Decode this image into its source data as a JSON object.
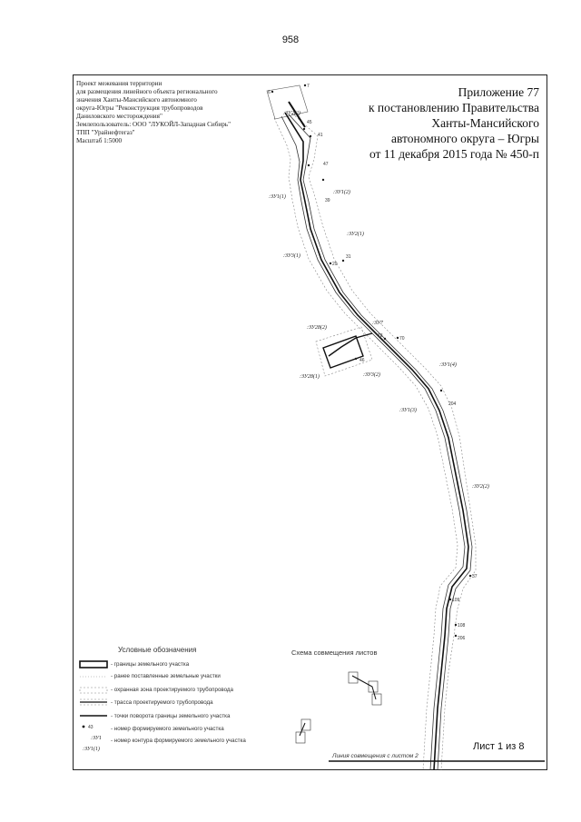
{
  "page_number": "958",
  "project_info": [
    "Проект межевания территории",
    "для размещения линейного объекта регионального",
    "значения Ханты-Мансийского автономного",
    "округа-Югры \"Реконструкция трубопроводов",
    "Даниловского месторождения\"",
    "Землепользователь: ООО \"ЛУКОЙЛ-Западная Сибирь\"",
    "ТПП \"Урайнефтегаз\"",
    "Масштаб 1:5000"
  ],
  "appendix": [
    "Приложение 77",
    "к постановлению Правительства",
    "Ханты-Мансийского",
    "автономного округа – Югры",
    "от 11 декабря 2015 года № 450-п"
  ],
  "plot_labels": [
    ":ЗУ1(1)",
    ":ЗУ1(2)",
    ":ЗУ2(1)",
    ":ЗУ3(1)",
    ":ЗУ2(2)",
    ":ЗУ28(1)",
    ":ЗУ28(2)",
    ":ЗУ3(2)",
    ":ЗУ1(4)",
    ":ЗУ1(3)",
    ":ЗУ2(2)",
    ":ЗУ7"
  ],
  "point_labels": [
    "7",
    "6",
    "41",
    "45",
    "47",
    "39",
    "29",
    "31",
    "70",
    "18",
    "204",
    "46",
    "37",
    "109",
    "108",
    "206"
  ],
  "legend": {
    "title": "Условные обозначения",
    "items": [
      "- границы земельного участка",
      "- ранее поставленные земельные участки",
      "- охранная зона проектируемого трубопровода",
      "- трасса проектируемого трубопровода",
      "- точки поворота границы земельного участка",
      "- номер формируемого земельного участка",
      "- номер контура формируемого земельного участка"
    ],
    "symbols": [
      "43",
      ":ЗУ1",
      ":ЗУ1(1)"
    ]
  },
  "scheme_title": "Схема совмещения листов",
  "combine_line_label": "Линия совмещения с листом 2",
  "sheet_label": "Лист 1 из 8",
  "colors": {
    "line": "#222222",
    "grey": "#777777"
  }
}
